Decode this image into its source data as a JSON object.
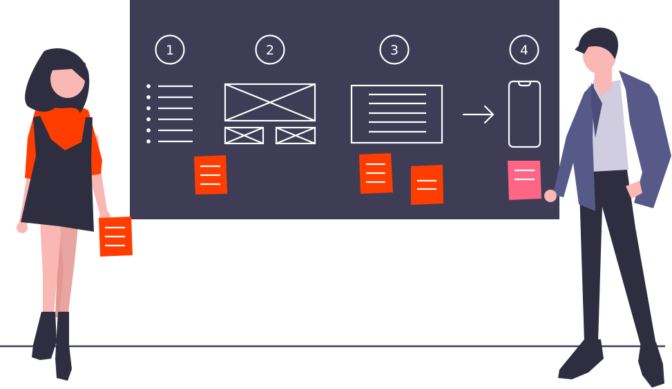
{
  "steps": [
    {
      "label": "1"
    },
    {
      "label": "2"
    },
    {
      "label": "3"
    },
    {
      "label": "4"
    }
  ],
  "colors": {
    "board": "#3f3d56",
    "outline": "#ffffff",
    "sticky_orange": "#ff3d00",
    "sticky_pink": "#ff6584",
    "skin": "#f9b8b4",
    "hair": "#2f2e41",
    "jacket": "#575a89",
    "shirt": "#d0cde1",
    "pants": "#2f2e41",
    "floor": "#3f3d56"
  },
  "icons": [
    "list-wireframe-icon",
    "image-wireframe-icon",
    "text-block-wireframe-icon",
    "arrow-right-icon",
    "mobile-phone-icon",
    "sticky-note-icon"
  ]
}
